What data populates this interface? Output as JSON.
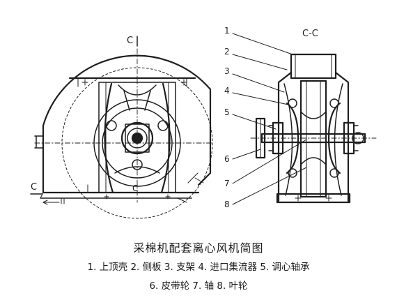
{
  "section_views": {
    "left_view_marker": "C",
    "right_view_title": "C-C"
  },
  "callouts": [
    "1",
    "2",
    "3",
    "4",
    "5",
    "6",
    "7",
    "8"
  ],
  "title": "采棉机配套离心风机简图",
  "legend": {
    "line1": "1. 上顶壳  2. 侧板  3. 支架  4. 进口集流器  5. 调心轴承",
    "line2": "6. 皮带轮  7. 轴 8. 叶轮"
  }
}
